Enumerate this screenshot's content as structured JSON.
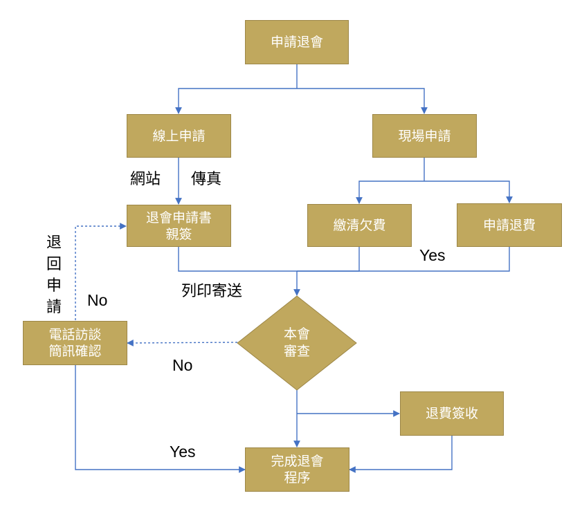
{
  "colors": {
    "node_fill": "#c0a85e",
    "node_border": "#9c8646",
    "connector": "#4472c4",
    "node_text": "#ffffff",
    "label_text": "#000000"
  },
  "nodes": {
    "apply_withdraw": "申請退會",
    "online_apply": "線上申請",
    "onsite_apply": "現場申請",
    "signed_form": "退會申請書\n親簽",
    "pay_arrears": "繳清欠費",
    "apply_refund": "申請退費",
    "review": "本會\n審查",
    "phone_sms_confirm": "電話訪談\n簡訊確認",
    "refund_receipt": "退費簽收",
    "complete": "完成退會\n程序"
  },
  "labels": {
    "website": "網站",
    "fax": "傳真",
    "print_mail": "列印寄送",
    "yes_right": "Yes",
    "no_top": "No",
    "no_bottom": "No",
    "yes_bottom": "Yes",
    "return_application": "退回申請"
  }
}
